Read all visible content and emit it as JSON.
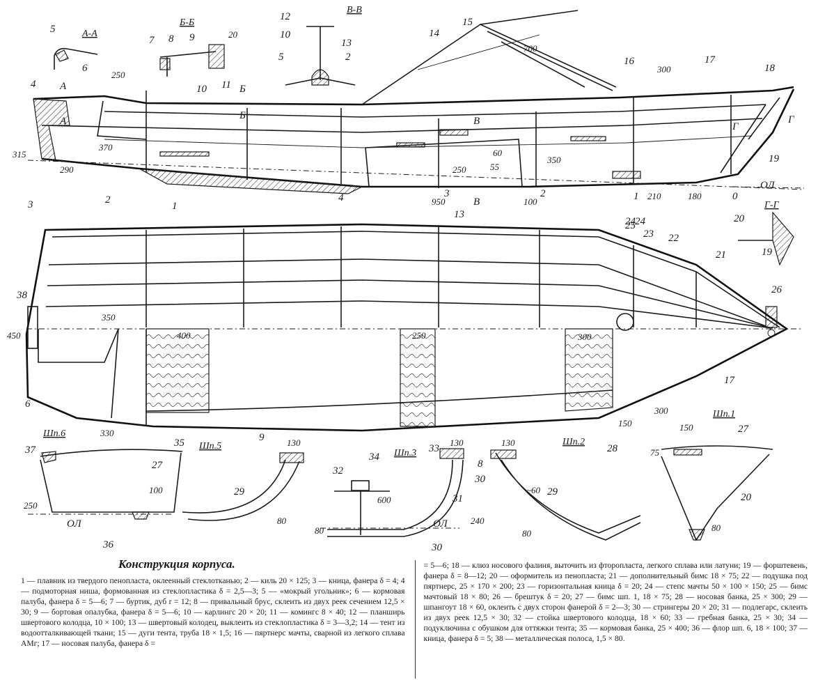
{
  "caption": "Конструкция корпуса.",
  "legend_left": "1 — плавник из твердого пенопласта, оклеенный стеклотканью; 2 — киль 20 × 125; 3 — кница, фанера δ = 4; 4 — подмоторная ниша, формованная из стеклопластика δ = 2,5—3; 5 — «мокрый угольник»; 6 — кормовая палуба, фанера δ = 5—6; 7 — буртик, дуб r = 12; 8 — привальный брус, склеить из двух реек сечением 12,5 × 30; 9 — бортовая опалубка, фанера δ = 5—6; 10 — карлингс 20 × 20; 11 — комингс 8 × 40; 12 — планширь швертового колодца, 10 × 100; 13 — швертовый колодец, выклеить из стеклопластика δ = 3—3,2; 14 — тент из водоотталкивающей ткани; 15 — дуги тента, труба 18 × 1,5; 16 — пяртнерс мачты, сварной из легкого сплава АМг; 17 — носовая палуба, фанера δ =",
  "legend_right": "= 5—6; 18 — клюз носового фалиня, выточить из фторопласта, легкого сплава или латуни; 19 — форштевень, фанера δ = 8—12; 20 — оформитель из пенопласта; 21 — дополнительный бимс 18 × 75; 22 — подушка под пяртнерс, 25 × 170 × 200; 23 — горизонтальная кница δ = 20; 24 — степс мачты 50 × 100 × 150; 25 — бимс мачтовый 18 × 80; 26 — брештук δ = 20; 27 — бимс шп. 1, 18 × 75; 28 — носовая банка, 25 × 300; 29 — шпангоут 18 × 60, оклеить с двух сторон фанерой δ = 2—3; 30 — стрингеры 20 × 20; 31 — подлегарс, склеить из двух реек 12,5 × 30; 32 — стойка швертового колодца, 18 × 60; 33 — гребная банка, 25 × 30; 34 — подуключина с обушком для оттяжки тента; 35 — кормовая банка, 25 × 400; 36 — флор шп. 6, 18 × 100; 37 — кница, фанера δ = 5; 38 — металлическая полоса, 1,5 × 80.",
  "section_labels": {
    "aa": "А-А",
    "bb": "Б-Б",
    "vv": "В-В",
    "gg": "Г-Г",
    "sh6": "Шп.6",
    "sh5": "Шп.5",
    "sh3": "Шп.3",
    "sh2": "Шп.2",
    "sh1": "Шп.1"
  },
  "part_numbers": {
    "n1": "1",
    "n2": "2",
    "n3": "3",
    "n4": "4",
    "n5": "5",
    "n6": "6",
    "n7": "7",
    "n8": "8",
    "n9": "9",
    "n10": "10",
    "n11": "11",
    "n12": "12",
    "n13": "13",
    "n14": "14",
    "n15": "15",
    "n16": "16",
    "n17": "17",
    "n18": "18",
    "n19": "19",
    "n20": "20",
    "n21": "21",
    "n22": "22",
    "n23": "23",
    "n24": "24",
    "n25": "25",
    "n26": "26",
    "n27": "27",
    "n28": "28",
    "n29": "29",
    "n30": "30",
    "n31": "31",
    "n32": "32",
    "n33": "33",
    "n34": "34",
    "n35": "35",
    "n36": "36",
    "n37": "37",
    "n38": "38",
    "s0": "0",
    "s1": "1",
    "s2": "2",
    "s3": "3",
    "s4": "4"
  },
  "dimensions": {
    "d250a": "250",
    "d20": "20",
    "d315": "315",
    "d370": "370",
    "d290": "290",
    "d700": "700",
    "d300a": "300",
    "d60": "60",
    "d55": "55",
    "d250b": "250",
    "d350a": "350",
    "d950": "950",
    "d100a": "100",
    "d210": "210",
    "d180": "180",
    "d450": "450",
    "d350b": "350",
    "d400": "400",
    "d250c": "250",
    "d300b": "300",
    "d300c": "300",
    "d150a": "150",
    "d150b": "150",
    "d330": "330",
    "d130a": "130",
    "d100b": "100",
    "d250d": "250",
    "d80a": "80",
    "d130b": "130",
    "d600": "600",
    "d240": "240",
    "d80b": "80",
    "d130c": "130",
    "d60b": "~60",
    "d80c": "80",
    "d75": "75",
    "d80d": "80"
  },
  "waterline_labels": {
    "ol1": "ОЛ",
    "ol2": "ОЛ",
    "ol3": "ОЛ"
  },
  "section_marks": {
    "a1": "А",
    "a2": "А",
    "b1": "Б",
    "b2": "Б",
    "v1": "В",
    "v2": "В",
    "g1": "Г",
    "g2": "Г"
  }
}
